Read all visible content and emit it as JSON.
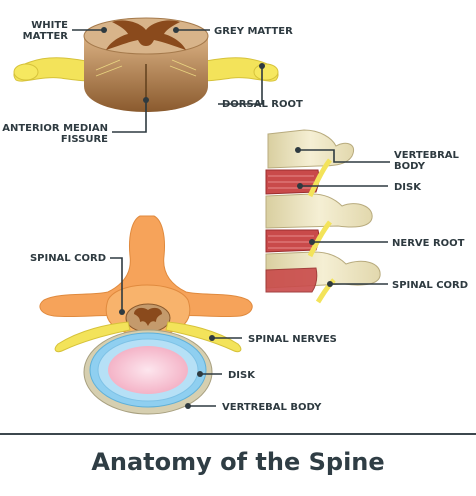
{
  "title": "Anatomy of the Spine",
  "cross_section": {
    "white_matter_line1": "WHITE",
    "white_matter_line2": "MATTER",
    "grey_matter": "GREY MATTER",
    "dorsal_root": "DORSAL ROOT",
    "anterior_line1": "ANTERIOR MEDIAN",
    "anterior_line2": "FISSURE"
  },
  "column": {
    "vertebral_body_line1": "VERTEBRAL",
    "vertebral_body_line2": "BODY",
    "disk": "DISK",
    "nerve_root": "NERVE ROOT",
    "spinal_cord": "SPINAL CORD"
  },
  "top_view": {
    "spinal_cord": "SPINAL CORD",
    "spinal_nerves": "SPINAL NERVES",
    "disk": "DISK",
    "vertebral_body": "VERTREBAL BODY"
  },
  "colors": {
    "label_text": "#2e3a40",
    "white_matter": "#c49a6c",
    "grey_matter": "#8a4a1c",
    "nerve_yellow": "#f3e35a",
    "bone": "#f0e9c9",
    "disk_red": "#c94a4a",
    "vertebra_orange": "#f6a35a",
    "disk_blue": "#8fcff0",
    "disk_pink": "#f7c9d6"
  }
}
